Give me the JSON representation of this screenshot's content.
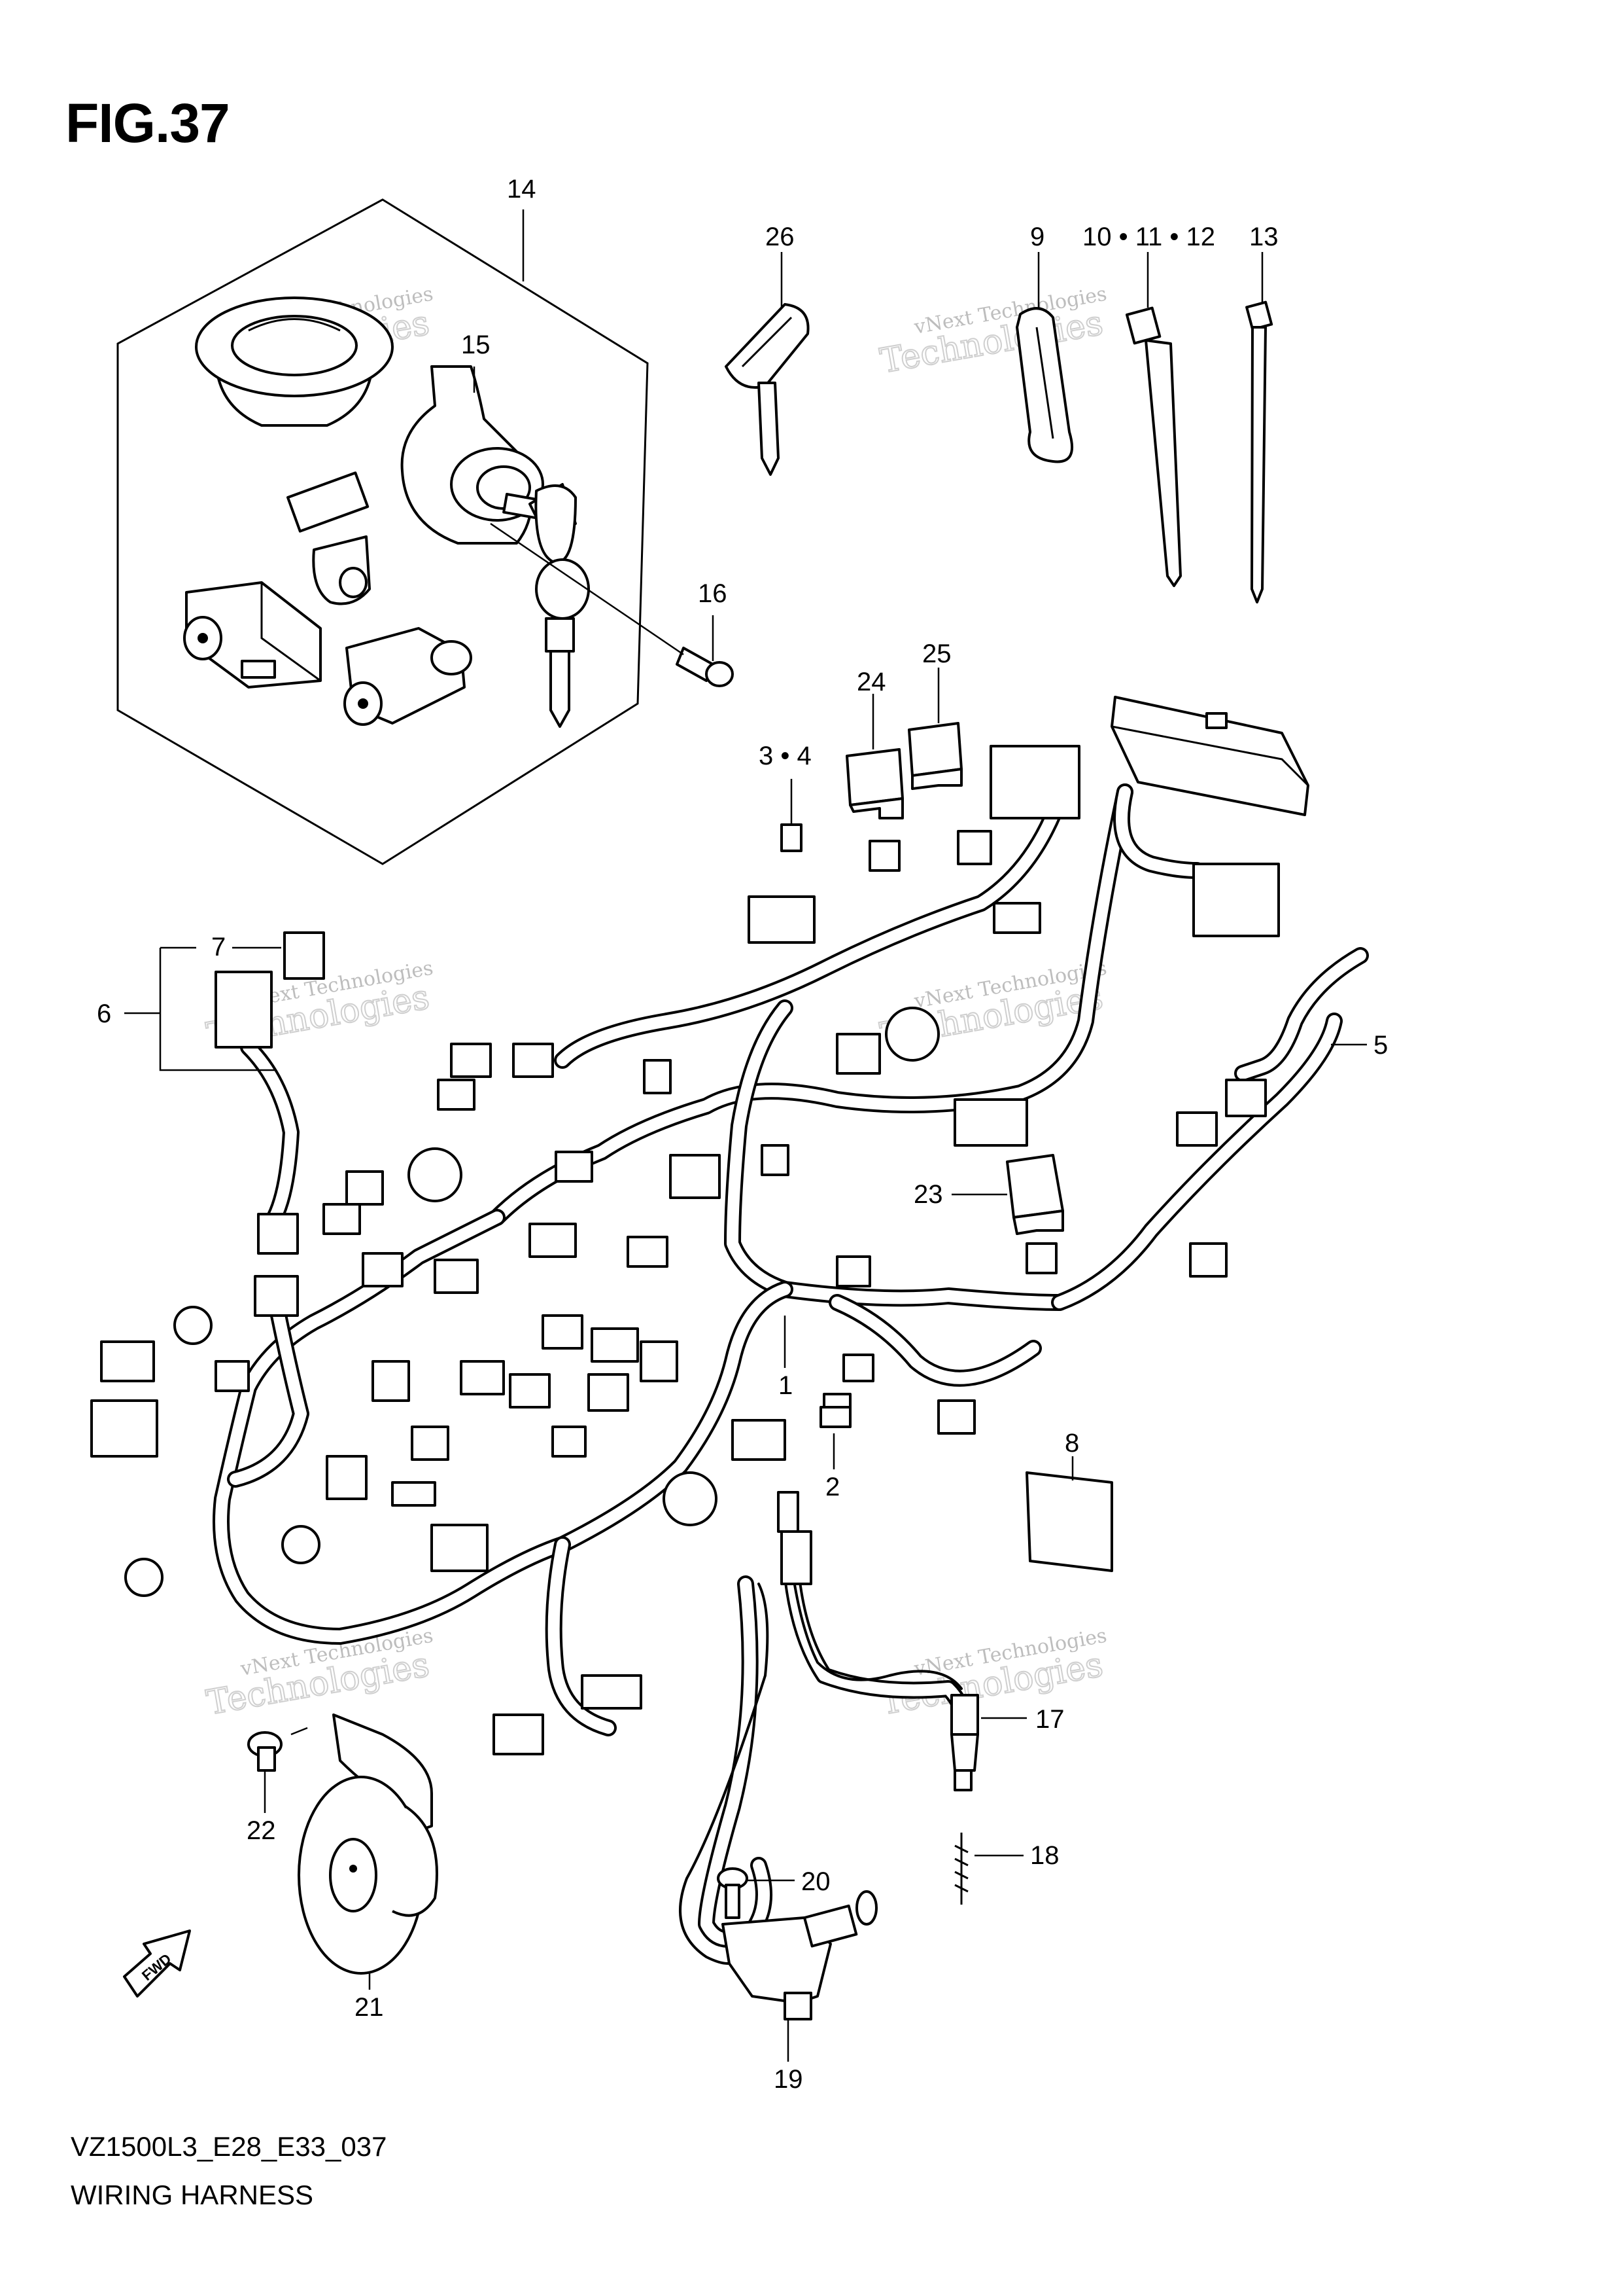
{
  "figure": {
    "title": "FIG.37"
  },
  "footer": {
    "model_code": "VZ1500L3_E28_E33_037",
    "diagram_name": "WIRING HARNESS"
  },
  "watermark": {
    "line1": "vNext Technologies",
    "line2": "Technologies"
  },
  "direction_marker": {
    "label": "FWD"
  },
  "callouts": [
    {
      "id": "c1",
      "label": "1"
    },
    {
      "id": "c2",
      "label": "2"
    },
    {
      "id": "c3-4",
      "label": "3 • 4"
    },
    {
      "id": "c5",
      "label": "5"
    },
    {
      "id": "c6",
      "label": "6"
    },
    {
      "id": "c7",
      "label": "7"
    },
    {
      "id": "c8",
      "label": "8"
    },
    {
      "id": "c9",
      "label": "9"
    },
    {
      "id": "c10-12",
      "label": "10 • 11 • 12"
    },
    {
      "id": "c13",
      "label": "13"
    },
    {
      "id": "c14",
      "label": "14"
    },
    {
      "id": "c15",
      "label": "15"
    },
    {
      "id": "c16",
      "label": "16"
    },
    {
      "id": "c17",
      "label": "17"
    },
    {
      "id": "c18",
      "label": "18"
    },
    {
      "id": "c19",
      "label": "19"
    },
    {
      "id": "c20",
      "label": "20"
    },
    {
      "id": "c21",
      "label": "21"
    },
    {
      "id": "c22",
      "label": "22"
    },
    {
      "id": "c23",
      "label": "23"
    },
    {
      "id": "c24",
      "label": "24"
    },
    {
      "id": "c25",
      "label": "25"
    },
    {
      "id": "c26",
      "label": "26"
    }
  ]
}
